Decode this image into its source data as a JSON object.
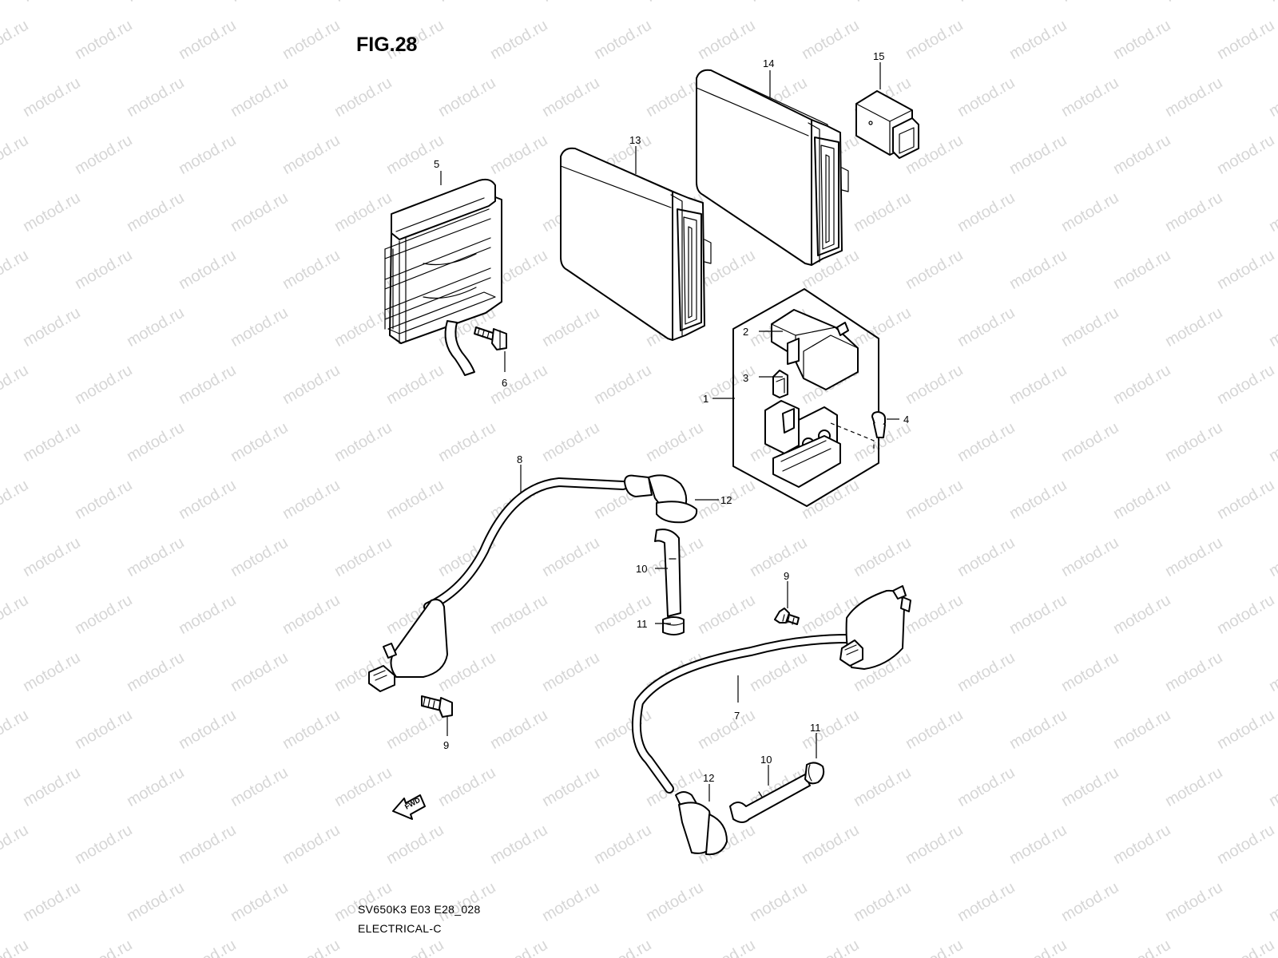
{
  "figure": {
    "title": "FIG.28",
    "drawing_code": "SV650K3 E03 E28_028",
    "group_name": "ELECTRICAL-C",
    "watermark": "motod.ru",
    "direction_arrow": "FWD"
  },
  "callouts": [
    {
      "id": "c1",
      "label": "1"
    },
    {
      "id": "c2",
      "label": "2"
    },
    {
      "id": "c3",
      "label": "3"
    },
    {
      "id": "c4",
      "label": "4"
    },
    {
      "id": "c5",
      "label": "5"
    },
    {
      "id": "c6",
      "label": "6"
    },
    {
      "id": "c7",
      "label": "7"
    },
    {
      "id": "c8",
      "label": "8"
    },
    {
      "id": "c9a",
      "label": "9"
    },
    {
      "id": "c9b",
      "label": "9"
    },
    {
      "id": "c10a",
      "label": "10"
    },
    {
      "id": "c10b",
      "label": "10"
    },
    {
      "id": "c11a",
      "label": "11"
    },
    {
      "id": "c11b",
      "label": "11"
    },
    {
      "id": "c12a",
      "label": "12"
    },
    {
      "id": "c12b",
      "label": "12"
    },
    {
      "id": "c13",
      "label": "13"
    },
    {
      "id": "c14",
      "label": "14"
    },
    {
      "id": "c15",
      "label": "15"
    }
  ]
}
